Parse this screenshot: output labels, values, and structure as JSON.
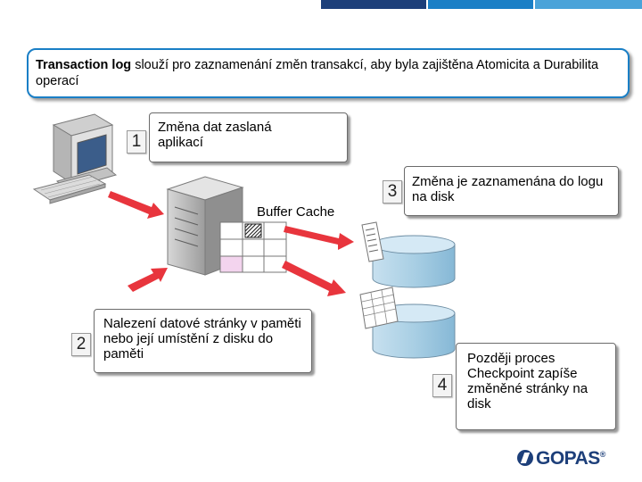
{
  "header": {
    "title_bold": "Transaction log",
    "title_rest": " slouží pro zaznamenání změn transakcí, aby byla zajištěna Atomicita a Durabilita operací"
  },
  "steps": [
    {
      "number": "1",
      "text": "Změna dat zaslaná aplikací"
    },
    {
      "number": "2",
      "text": "Nalezení datové stránky v paměti nebo její umístění z disku do paměti"
    },
    {
      "number": "3",
      "text": "Změna je zaznamenána do logu na disk"
    },
    {
      "number": "4",
      "text": "Později proces Checkpoint zapíše změněné stránky na disk"
    }
  ],
  "buffer_cache_label": "Buffer Cache",
  "logo": {
    "text": "GOPAS",
    "mark": "®"
  },
  "colors": {
    "accent_dark": "#1d3f7a",
    "accent_light": "#1a7fc6",
    "arrow": "#e8353d",
    "disk": "#a9cfe4",
    "page_highlight": "#f3d4ee"
  }
}
